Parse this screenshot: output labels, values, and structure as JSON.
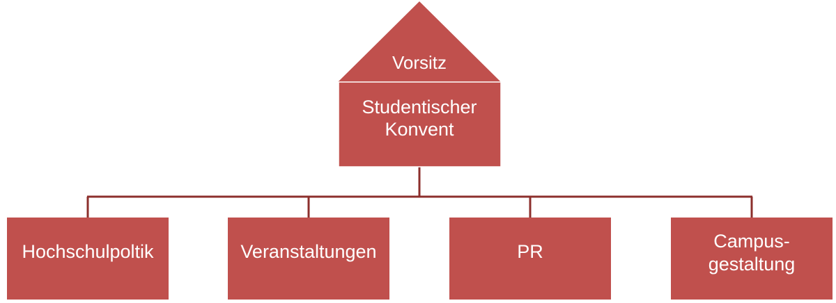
{
  "colors": {
    "box_fill": "#c0504d",
    "box_stroke": "#ffffff",
    "connector": "#8c2f2c",
    "label_text": "#ffffff"
  },
  "roof": {
    "label": "Vorsitz"
  },
  "center": {
    "label_line1": "Studentischer",
    "label_line2": "Konvent"
  },
  "departments": [
    {
      "label_line1": "Hochschulpoltik",
      "label_line2": ""
    },
    {
      "label_line1": "Veranstaltungen",
      "label_line2": ""
    },
    {
      "label_line1": "PR",
      "label_line2": ""
    },
    {
      "label_line1": "Campus-",
      "label_line2": "gestaltung"
    }
  ]
}
